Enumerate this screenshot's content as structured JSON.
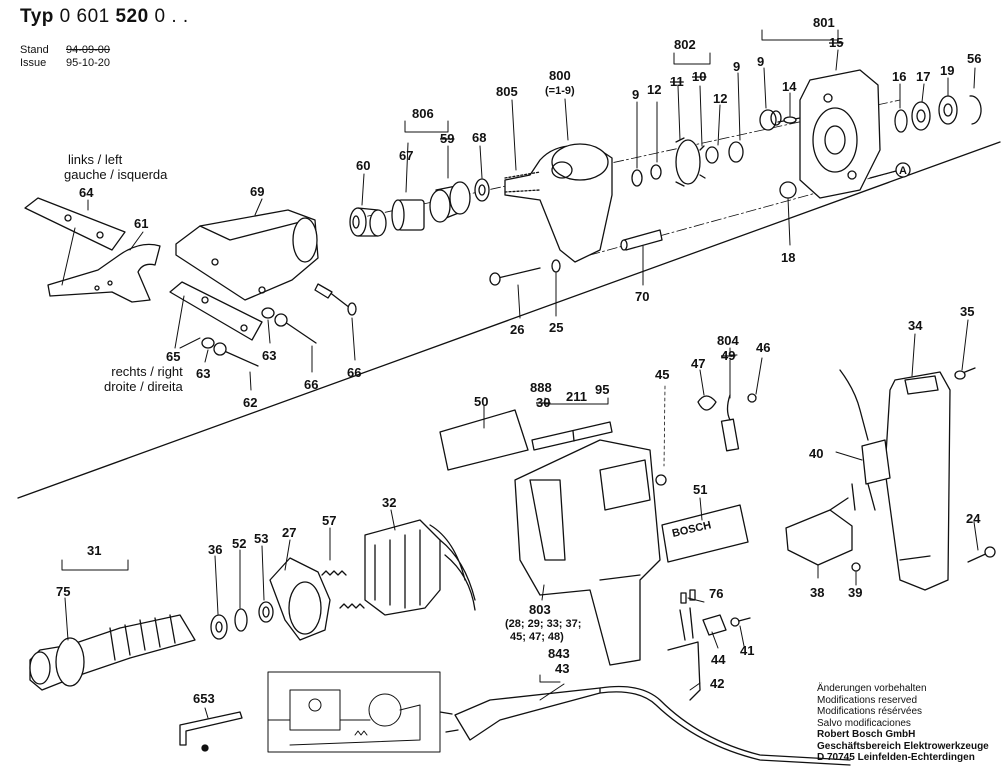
{
  "header": {
    "typ_label": "Typ",
    "typ_prefix": "0 601",
    "typ_bold": "520",
    "typ_suffix": "0 . .",
    "stand_label": "Stand",
    "stand_value": "94-09-00",
    "issue_label": "Issue",
    "issue_value": "95-10-20"
  },
  "side_labels": {
    "left_en": "links / left",
    "left_fr_pt": "gauche / isquerda",
    "right_en": "rechts / right",
    "right_fr_pt": "droite / direita"
  },
  "part_numbers": {
    "p801": "801",
    "p9a": "9",
    "p15": "15",
    "p56": "56",
    "p802": "802",
    "p11": "11",
    "p10": "10",
    "p12a": "12",
    "p9b": "9",
    "p14": "14",
    "p16": "16",
    "p17": "17",
    "p19": "19",
    "p800": "800",
    "p800sub": "(=1-9)",
    "p805": "805",
    "p9c": "9",
    "p12b": "12",
    "p806": "806",
    "p67": "67",
    "p59": "59",
    "p68": "68",
    "p60": "60",
    "p69": "69",
    "p64": "64",
    "p61": "61",
    "pA": "A",
    "p18": "18",
    "p70": "70",
    "p26": "26",
    "p25": "25",
    "p66a": "66",
    "p65": "65",
    "p63a": "63",
    "p63b": "63",
    "p66b": "66",
    "p62": "62",
    "p804": "804",
    "p49": "49",
    "p46": "46",
    "p47": "47",
    "p45": "45",
    "p888": "888",
    "p30": "30",
    "p211": "211",
    "p95": "95",
    "p50": "50",
    "p34": "34",
    "p35": "35",
    "p40": "40",
    "p24": "24",
    "p38": "38",
    "p39": "39",
    "p51": "51",
    "p803": "803",
    "p803sub1": "(28; 29; 33; 37;",
    "p803sub2": "45; 47; 48)",
    "p31": "31",
    "p75": "75",
    "p36": "36",
    "p52": "52",
    "p53": "53",
    "p27": "27",
    "p57": "57",
    "p32": "32",
    "p76": "76",
    "p44": "44",
    "p41": "41",
    "p843": "843",
    "p43": "43",
    "p42": "42",
    "p653": "653"
  },
  "nameplate_text": "BOSCH",
  "footer": {
    "line1": "Änderungen vorbehalten",
    "line2": "Modifications reserved",
    "line3": "Modifications résérvées",
    "line4": "Salvo modificaciones",
    "line5": "Robert Bosch GmbH",
    "line6": "Geschäftsbereich Elektrowerkzeuge",
    "line7": "D 70745 Leinfelden-Echterdingen"
  }
}
